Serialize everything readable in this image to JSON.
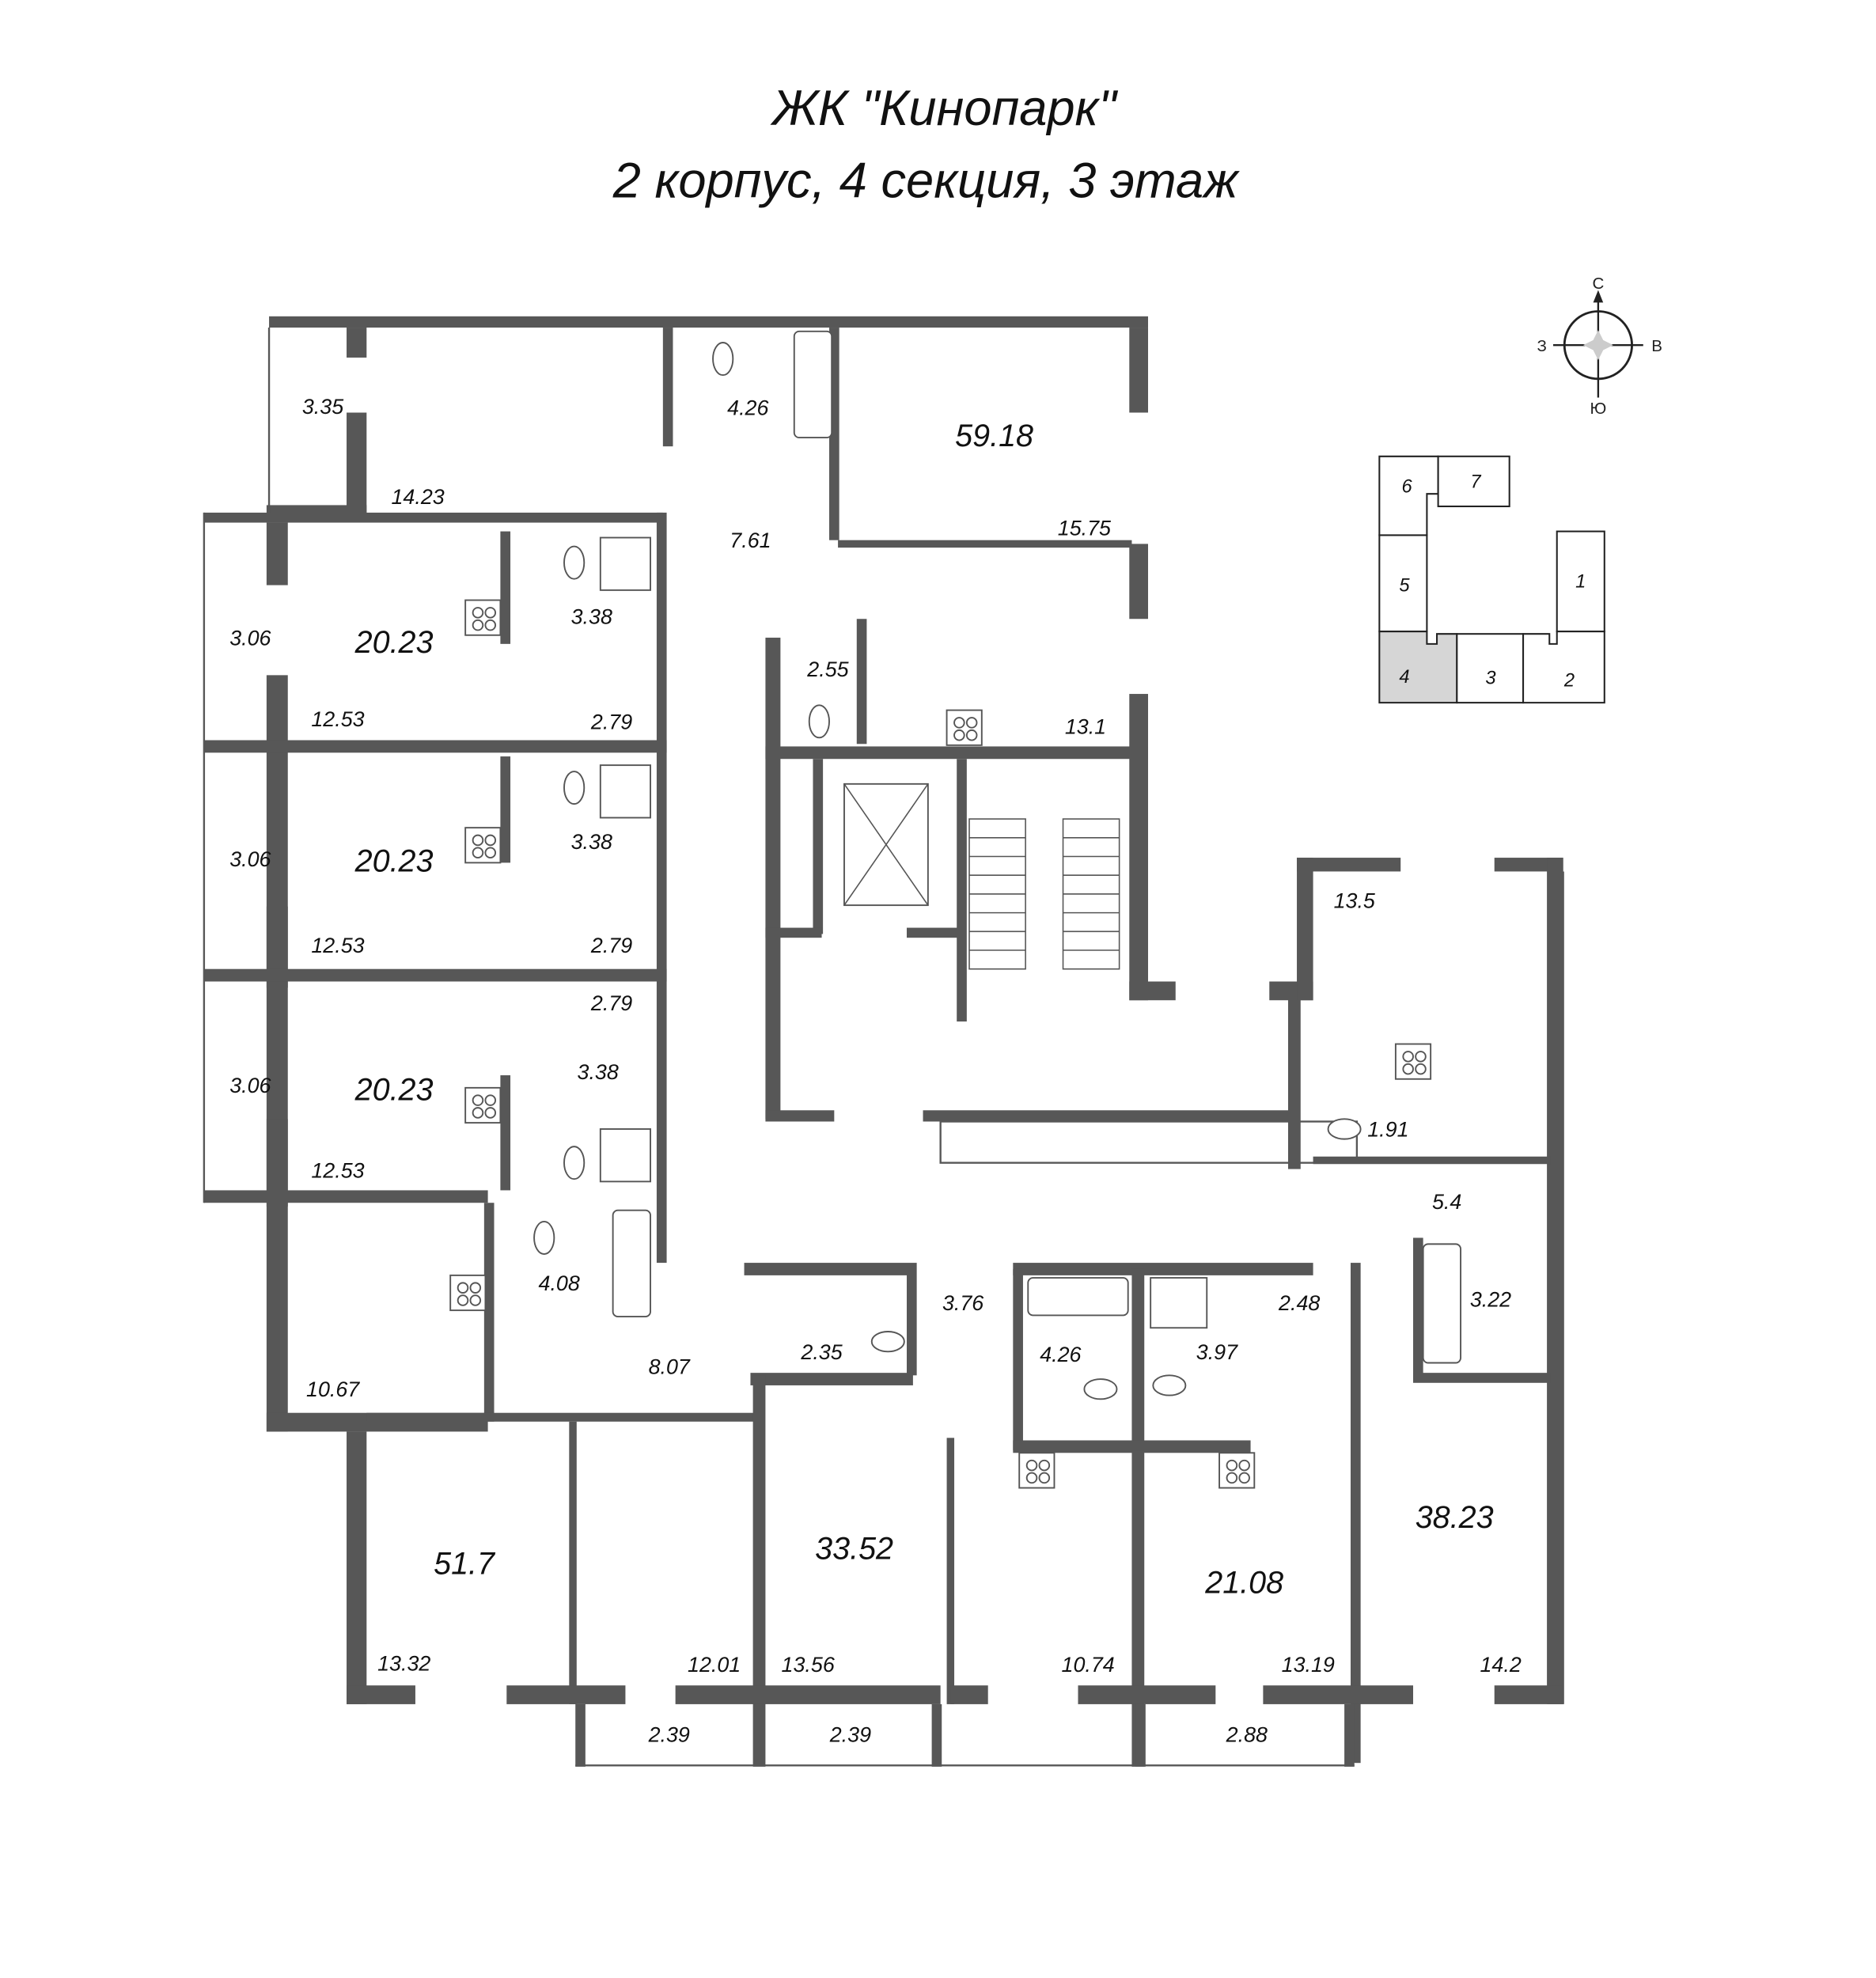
{
  "header": {
    "title": "ЖК \"Кинопарк\"",
    "subtitle": "2 корпус, 4 секция, 3 этаж"
  },
  "compass": {
    "north": "С",
    "south": "Ю",
    "west": "З",
    "east": "В"
  },
  "key_plan": {
    "highlighted_section": "4",
    "sections": [
      "1",
      "2",
      "3",
      "4",
      "5",
      "6",
      "7"
    ]
  },
  "apartment_totals": [
    "59.18",
    "20.23",
    "20.23",
    "20.23",
    "51.7",
    "33.52",
    "21.08",
    "38.23"
  ],
  "room_areas": [
    "3.35",
    "14.23",
    "4.26",
    "7.61",
    "15.75",
    "3.06",
    "3.38",
    "12.53",
    "2.79",
    "2.55",
    "13.1",
    "3.06",
    "3.38",
    "12.53",
    "2.79",
    "2.79",
    "3.06",
    "3.38",
    "12.53",
    "13.5",
    "1.91",
    "5.4",
    "4.08",
    "10.67",
    "8.07",
    "2.35",
    "3.76",
    "4.26",
    "3.97",
    "2.48",
    "3.22",
    "13.32",
    "12.01",
    "13.56",
    "10.74",
    "13.19",
    "14.2",
    "2.39",
    "2.39",
    "2.88"
  ]
}
